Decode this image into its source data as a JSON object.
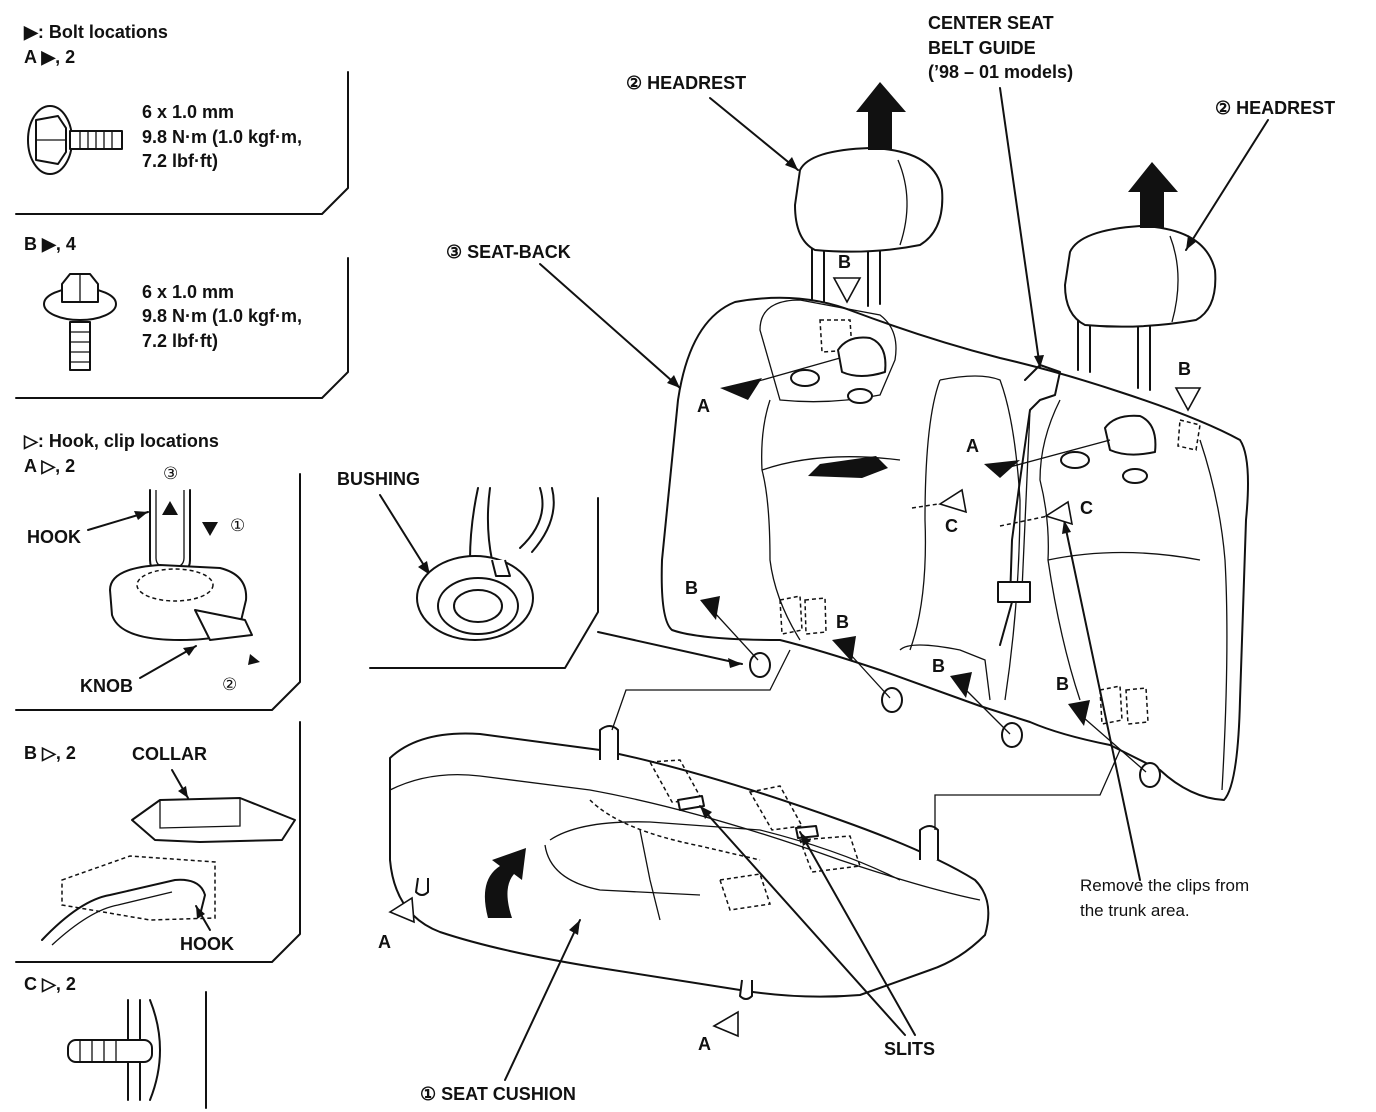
{
  "legend": {
    "bolt_title": "▶: Bolt locations",
    "bolt_a": "A ▶, 2",
    "bolt_a_spec": [
      "6 x 1.0 mm",
      "9.8 N·m (1.0 kgf·m,",
      "7.2 lbf·ft)"
    ],
    "bolt_b": "B ▶, 4",
    "bolt_b_spec": [
      "6 x 1.0 mm",
      "9.8 N·m (1.0 kgf·m,",
      "7.2 lbf·ft)"
    ],
    "hook_title": "▷: Hook, clip locations",
    "hook_a": "A ▷, 2",
    "hook_b": "B ▷, 2",
    "clip_c": "C ▷, 2"
  },
  "detail_hook": {
    "step3": "③",
    "step1": "①",
    "step2": "②",
    "hook_label": "HOOK",
    "knob_label": "KNOB"
  },
  "detail_collar": {
    "collar_label": "COLLAR",
    "hook_label": "HOOK"
  },
  "bushing": {
    "label": "BUSHING"
  },
  "callouts": {
    "headrest_left": "② HEADREST",
    "headrest_right": "② HEADREST",
    "center_belt": [
      "CENTER SEAT",
      "BELT GUIDE",
      "(’98 – 01 models)"
    ],
    "seat_back": "③ SEAT-BACK",
    "seat_cushion": "① SEAT CUSHION",
    "slits": "SLITS",
    "note": [
      "Remove the clips from",
      "the trunk area."
    ]
  },
  "markers": {
    "a": "A",
    "b": "B",
    "c": "C"
  }
}
